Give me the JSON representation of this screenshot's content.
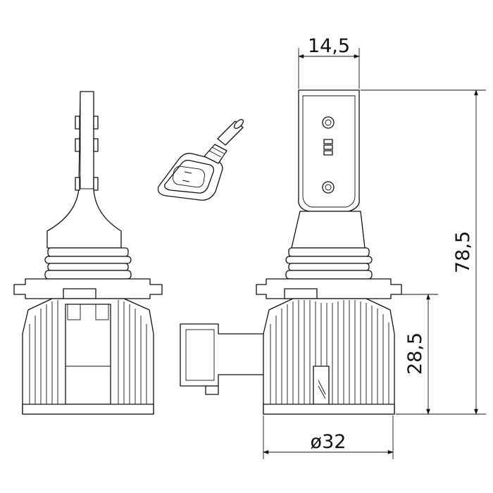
{
  "dimensions": {
    "top_width": "14,5",
    "total_height": "78,5",
    "body_height": "28,5",
    "diameter": "ø32"
  },
  "colors": {
    "line": "#111111",
    "background": "#ffffff"
  }
}
